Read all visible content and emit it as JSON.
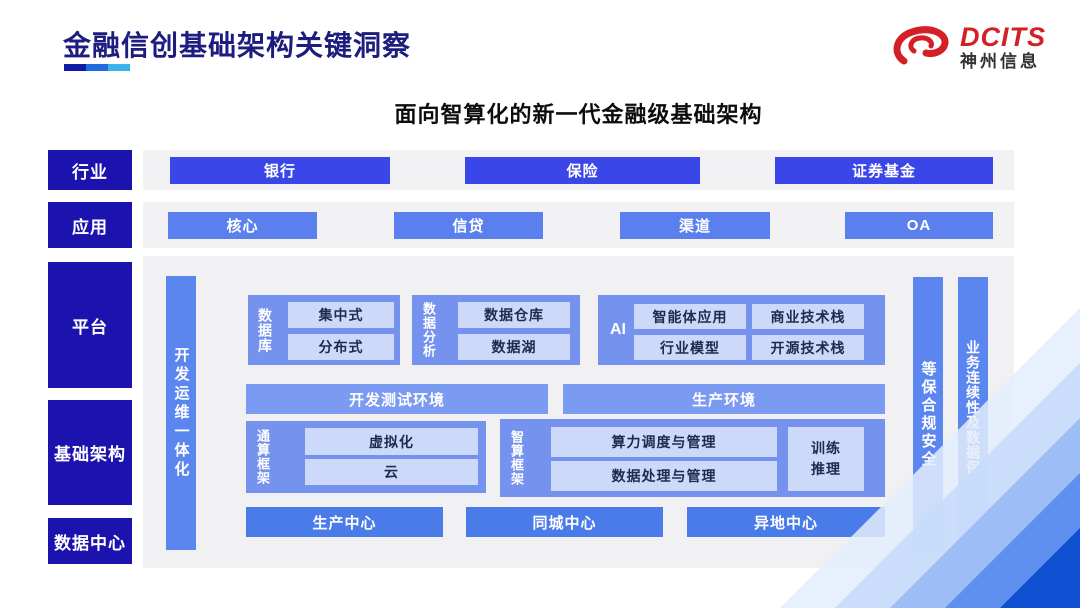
{
  "header": {
    "title": "金融信创基础架构关键洞察",
    "logo": {
      "brand": "DCITS",
      "company": "神州信息"
    }
  },
  "subtitle": "面向智算化的新一代金融级基础架构",
  "sidebar": {
    "items": [
      {
        "label": "行业"
      },
      {
        "label": "应用"
      },
      {
        "label": "平台"
      },
      {
        "label": "基础架构"
      },
      {
        "label": "数据中心"
      }
    ]
  },
  "industry": {
    "items": [
      "银行",
      "保险",
      "证券基金"
    ]
  },
  "application": {
    "items": [
      "核心",
      "信贷",
      "渠道",
      "OA"
    ]
  },
  "platform": {
    "devops_bar": "开发运维一体化",
    "groups": [
      {
        "label": "数据库",
        "items": [
          "集中式",
          "分布式"
        ]
      },
      {
        "label": "数据分析",
        "items": [
          "数据仓库",
          "数据湖"
        ]
      },
      {
        "label": "AI",
        "items": [
          "智能体应用",
          "商业技术栈",
          "行业模型",
          "开源技术栈"
        ]
      }
    ],
    "environments": [
      "开发测试环境",
      "生产环境"
    ],
    "frameworks": [
      {
        "label": "通算框架",
        "items": [
          "虚拟化",
          "云"
        ]
      },
      {
        "label": "智算框架",
        "items": [
          "算力调度与管理",
          "数据处理与管理"
        ],
        "side_item": "训练推理"
      }
    ],
    "centers": [
      "生产中心",
      "同城中心",
      "异地中心"
    ],
    "right_bars": [
      "等保合规安全",
      "业务连续性及数据保护"
    ]
  },
  "colors": {
    "title_navy": "#1d1d80",
    "sidebar_navy": "#1c13ae",
    "industry_blue": "#3b46e8",
    "application_blue": "#5b80ee",
    "group_blue": "#7692ef",
    "inner_box_blue": "#cdd9f8",
    "center_blue": "#4a7ce9",
    "bar_blue": "#5b86f0",
    "logo_red": "#d41f26"
  }
}
